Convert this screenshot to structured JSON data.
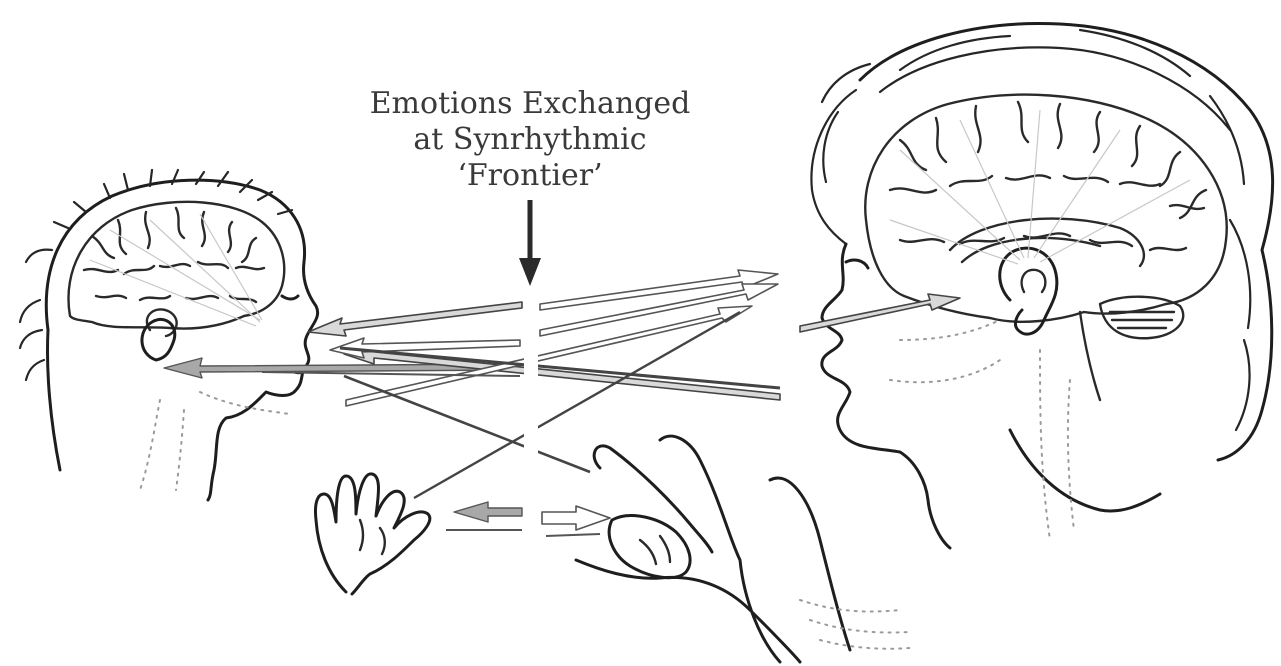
{
  "diagram": {
    "caption_lines": [
      "Emotions Exchanged",
      "at Synrhythmic",
      "‘Frontier’"
    ]
  }
}
